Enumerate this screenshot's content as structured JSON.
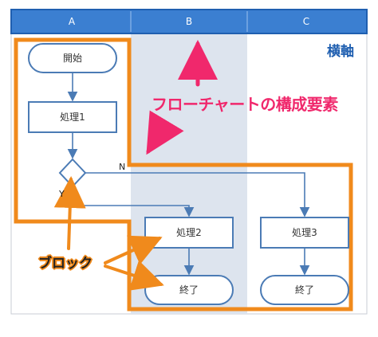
{
  "header": {
    "columns": [
      "A",
      "B",
      "C"
    ],
    "axis_label": "横軸"
  },
  "nodes": {
    "start": "開始",
    "process1": "処理1",
    "process2": "処理2",
    "process3": "処理3",
    "end_b": "終了",
    "end_c": "終了"
  },
  "branches": {
    "no": "N",
    "yes": "Y"
  },
  "callouts": {
    "components": "フローチャートの構成要素",
    "block": "ブロック"
  },
  "colors": {
    "header_bar": "#3b7fd1",
    "column_highlight": "#dde4ee",
    "node_stroke": "#4b7bb5",
    "block_outline": "#f08a1c",
    "pink_callout": "#f0286c"
  }
}
